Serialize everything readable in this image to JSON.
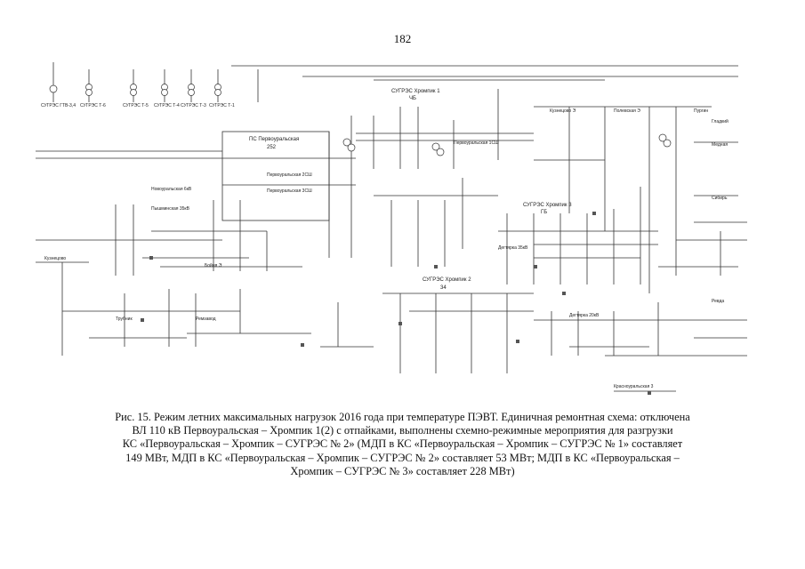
{
  "page": {
    "number": "182"
  },
  "diagram": {
    "transformers": [
      {
        "name": "СУГРЭС ГТВ-3,4"
      },
      {
        "name": "СУГРЭС Т-6"
      },
      {
        "name": "СУГРЭС Т-5"
      },
      {
        "name": "СУГРЭС Т-4"
      },
      {
        "name": "СУГРЭС Т-3"
      },
      {
        "name": "СУГРЭС Т-1"
      }
    ],
    "substations": [
      {
        "name": "ПС Первоуральская",
        "code": "252"
      },
      {
        "name": "СУГРЭС Хромпик 1",
        "code": "ЧБ"
      },
      {
        "name": "СУГРЭС Хромпик 2",
        "code": "34"
      },
      {
        "name": "СУГРЭС Хромпик 3",
        "code": "ГБ"
      },
      {
        "name": "Первоуральская 2СШ"
      },
      {
        "name": "Первоуральская 1СШ"
      },
      {
        "name": "Первоуральская 3СШ"
      },
      {
        "name": "Новоуральская 6кВ"
      },
      {
        "name": "Пышминская 35кВ"
      },
      {
        "name": "Дегтярка 35кВ"
      },
      {
        "name": "Дегтярка 20кВ"
      },
      {
        "name": "Кузнецово Э"
      },
      {
        "name": "Полевская Э"
      },
      {
        "name": "Пургин"
      },
      {
        "name": "Гладкий"
      },
      {
        "name": "Медная"
      },
      {
        "name": "Сибирь"
      },
      {
        "name": "Ревда"
      },
      {
        "name": "Бойня Э"
      },
      {
        "name": "Трубник"
      },
      {
        "name": "Ремзавод"
      },
      {
        "name": "Кузнецово"
      },
      {
        "name": "Красноуральская 3"
      }
    ]
  },
  "caption": {
    "lines": [
      "Рис. 15. Режим летних максимальных нагрузок 2016 года при температуре ПЭВТ. Единичная ремонтная схема: отключена",
      "ВЛ 110 кВ Первоуральская – Хромпик 1(2) с отпайками, выполнены схемно-режимные мероприятия для разгрузки",
      "КС «Первоуральская – Хромпик – СУГРЭС № 2» (МДП в КС «Первоуральская – Хромпик – СУГРЭС № 1» составляет",
      "149 МВт, МДП в КС «Первоуральская – Хромпик – СУГРЭС № 2» составляет 53 МВт; МДП в КС «Первоуральская –",
      "Хромпик – СУГРЭС № 3» составляет 228 МВт)"
    ]
  }
}
